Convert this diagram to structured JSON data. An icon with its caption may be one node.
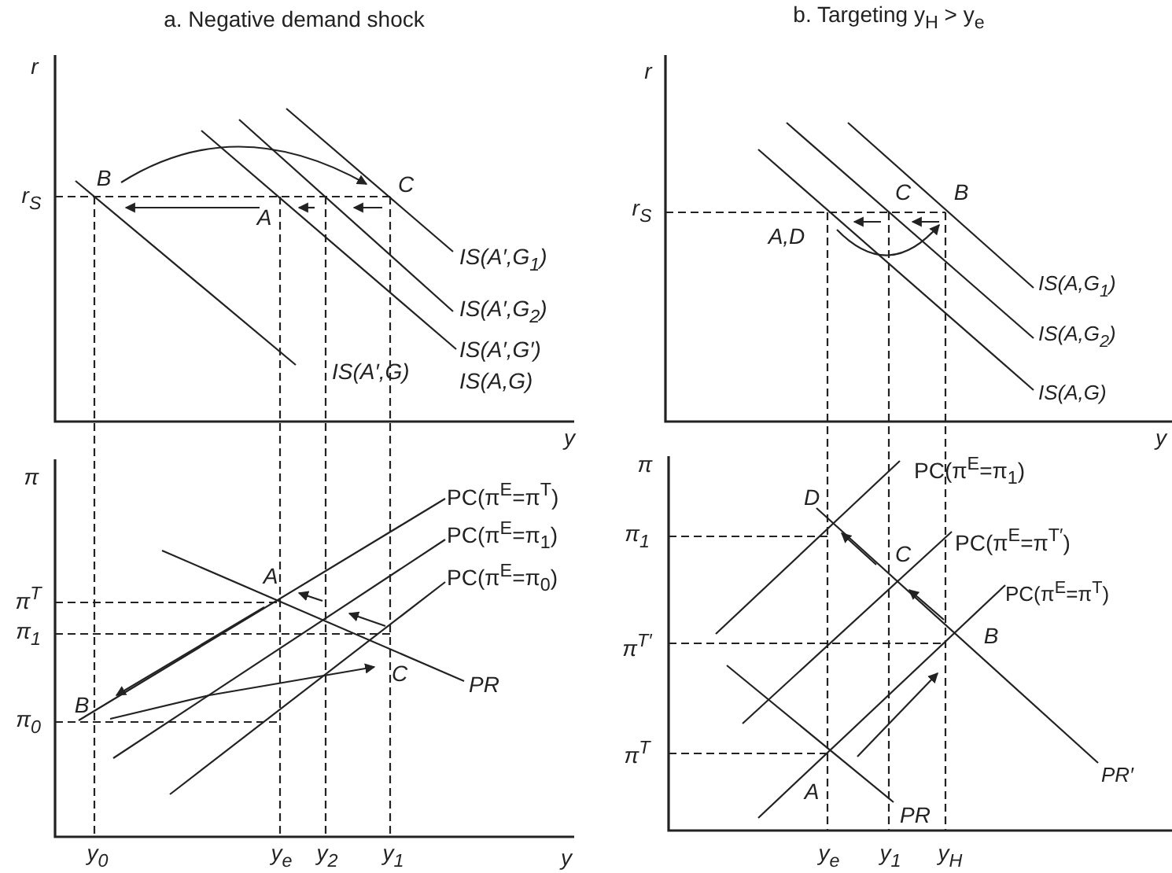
{
  "diagram": {
    "labels": [
      "a. Negative demand shock",
      "r",
      "r$_{S}$",
      "B",
      "C",
      "A",
      "IS(A′,G$_{1}$)",
      "IS(A′,G$_{2}$)",
      "IS(A′,G′)",
      "IS(A′,G)",
      "IS(A,G)",
      "y",
      "π",
      "PC(π$^{E}$=π$^{T}$)",
      "PC(π$^{E}$=π$_{1}$)",
      "A",
      "π$^{T}$",
      "PC(π$^{E}$=π$_{0}$)",
      "π$_{1}$",
      "C",
      "PR",
      "B",
      "π$_{0}$",
      "y$_{0}$",
      "y$_{e}$",
      "y$_{2}$",
      "y$_{1}$",
      "y",
      "b. Targeting y$_{H}$ > y$_{e}$",
      "r",
      "r$_{S}$",
      "C",
      "B",
      "A,D",
      "IS(A,G$_{1}$)",
      "IS(A,G$_{2}$)",
      "IS(A,G)",
      "y",
      "π",
      "PC(π$^{E}$=π$_{1}$)",
      "D",
      "π$_{1}$",
      "C",
      "PC(π$^{E}$=π$^{T′}$)",
      "PC(π$^{E}$=π$^{T}$)",
      "π$^{T′}$",
      "B",
      "π$^{T}$",
      "A",
      "PR′",
      "PR",
      "y$_{e}$",
      "y$_{1}$",
      "y$_{H}$"
    ]
  }
}
